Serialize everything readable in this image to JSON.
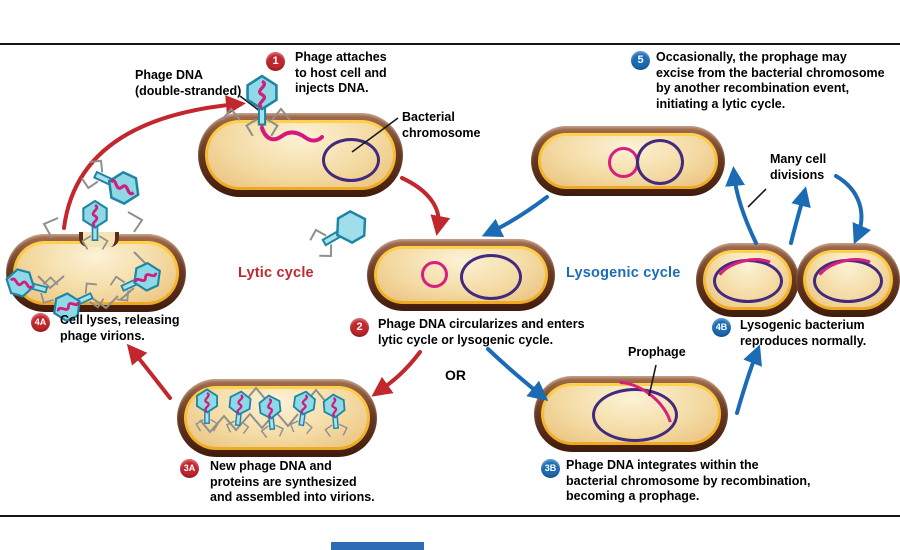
{
  "labels": {
    "phage_dna": "Phage DNA\n(double-stranded)",
    "bacterial_chromosome": "Bacterial\nchromosome",
    "many_cell_divisions": "Many cell\ndivisions",
    "prophage": "Prophage",
    "lytic_cycle": "Lytic cycle",
    "lysogenic_cycle": "Lysogenic cycle",
    "or": "OR"
  },
  "steps": {
    "s1": {
      "badge": "1",
      "text": "Phage attaches\nto host cell and\ninjects DNA."
    },
    "s2": {
      "badge": "2",
      "text": "Phage DNA circularizes and enters\nlytic cycle or lysogenic cycle."
    },
    "s3a": {
      "badge": "3A",
      "text": "New phage DNA and\nproteins are synthesized\nand assembled into virions."
    },
    "s3b": {
      "badge": "3B",
      "text": "Phage DNA integrates within the\nbacterial chromosome by recombination,\nbecoming a prophage."
    },
    "s4a": {
      "badge": "4A",
      "text": "Cell lyses, releasing\nphage virions."
    },
    "s4b": {
      "badge": "4B",
      "text": "Lysogenic bacterium\nreproduces normally."
    },
    "s5": {
      "badge": "5",
      "text": "Occasionally, the prophage may\nexcise from the bacterial chromosome\nby another recombination event,\ninitiating a lytic cycle."
    }
  },
  "colors": {
    "lytic_red": "#c1272d",
    "lysogenic_blue": "#1b6cb5",
    "cell_border_brown": "#5d2c16",
    "cell_ring_gold": "#f0b42c",
    "cell_fill_cream": "#f5dfae",
    "chromosome_purple": "#432a7e",
    "phage_dna_pink": "#d61f7e",
    "phage_body_cyan": "#8fd9e7"
  }
}
